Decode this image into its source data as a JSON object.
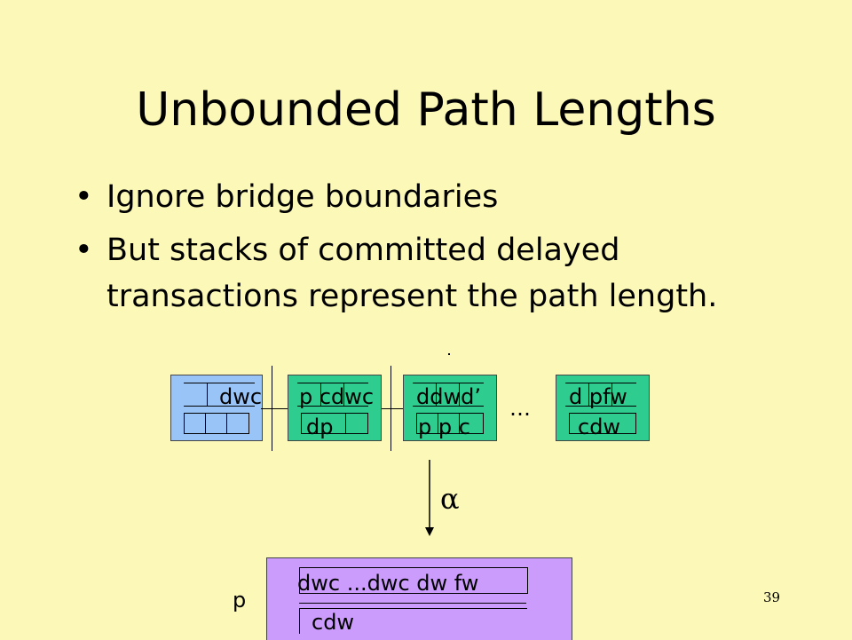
{
  "slide": {
    "title": "Unbounded Path Lengths",
    "bullet_marker": "•",
    "bullets": [
      "Ignore bridge boundaries",
      "But stacks of committed delayed transactions represent the path length."
    ]
  },
  "diagram": {
    "stack1": {
      "top": "dwc"
    },
    "stack2": {
      "top": "p cdwc",
      "bottom": "dp"
    },
    "stack3": {
      "top": "ddwd’",
      "bottom": "p p c"
    },
    "ellipsis": "…",
    "stack4": {
      "top": "d pfw",
      "bottom": "cdw"
    },
    "arrow_label": "α",
    "result": {
      "top": "dwc ...dwc dw fw",
      "bottom": "cdw"
    },
    "result_label": "p"
  },
  "page_number": "39",
  "colors": {
    "background": "#fcf8b8",
    "blue_box": "#98c4f8",
    "green_box": "#2ecc8f",
    "purple_box": "#cc9cfc"
  }
}
